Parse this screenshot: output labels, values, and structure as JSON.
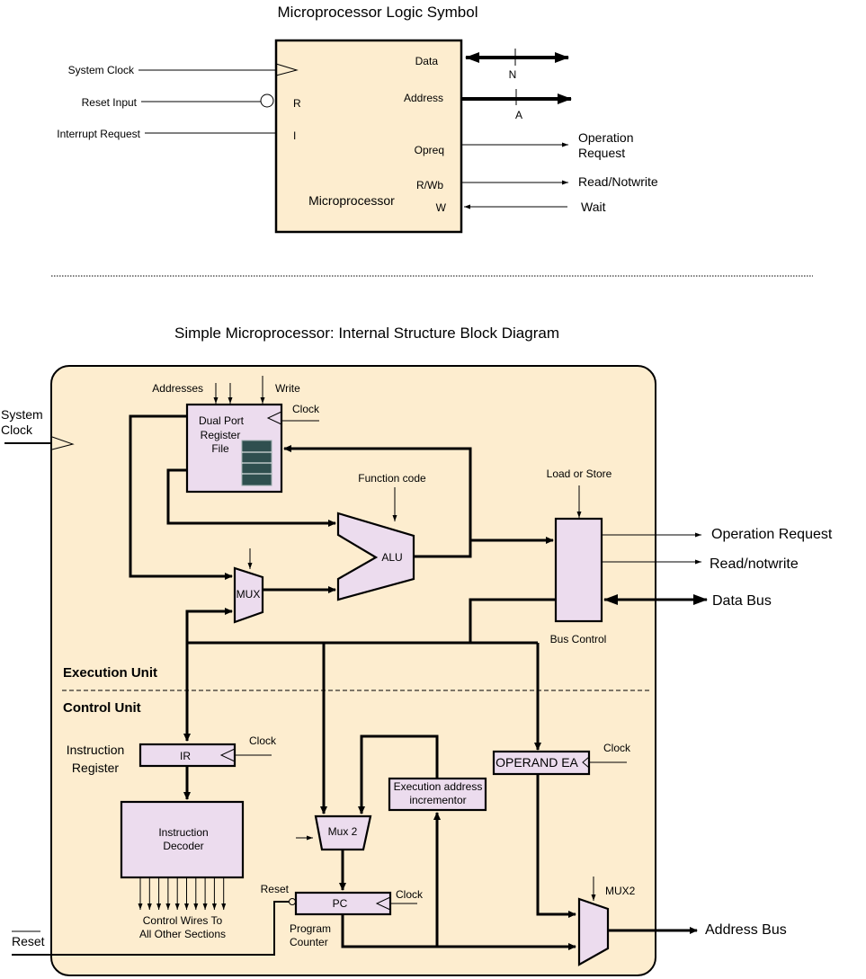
{
  "colors": {
    "panel_fill": "#fdedcf",
    "block_fill": "#ecdcee",
    "register_cells": "#2f4f4f",
    "line": "#000000"
  },
  "logic_symbol": {
    "title": "Microprocessor Logic Symbol",
    "chip_label": "Microprocessor",
    "inputs": [
      {
        "label": "System Clock",
        "pin": ""
      },
      {
        "label": "Reset Input",
        "pin": "R"
      },
      {
        "label": "Interrupt Request",
        "pin": "I"
      }
    ],
    "outputs": [
      {
        "pin": "Data",
        "label": "",
        "bus_width": "N"
      },
      {
        "pin": "Address",
        "label": "",
        "bus_width": "A"
      },
      {
        "pin": "Opreq",
        "label_line1": "Operation",
        "label_line2": "Request"
      },
      {
        "pin": "R/Wb",
        "label": "Read/Notwrite"
      },
      {
        "pin": "W",
        "label": "Wait"
      }
    ]
  },
  "block_diagram": {
    "title": "Simple Microprocessor: Internal Structure Block Diagram",
    "system_clock_line1": "System",
    "system_clock_line2": "Clock",
    "reset_label": "Reset",
    "sections": {
      "execution": "Execution Unit",
      "control": "Control Unit"
    },
    "register_file": {
      "line1": "Dual Port",
      "line2": "Register",
      "line3": "File",
      "addresses": "Addresses",
      "write": "Write",
      "clock": "Clock"
    },
    "alu": {
      "label": "ALU",
      "function_code": "Function code"
    },
    "mux": {
      "label": "MUX"
    },
    "bus_control": {
      "label": "Bus Control",
      "load_store": "Load or Store"
    },
    "external": {
      "operation_request": "Operation Request",
      "read_notwrite": "Read/notwrite",
      "data_bus": "Data Bus",
      "address_bus": "Address Bus"
    },
    "ir": {
      "label": "IR",
      "name_line1": "Instruction",
      "name_line2": "Register",
      "clock": "Clock"
    },
    "decoder": {
      "line1": "Instruction",
      "line2": "Decoder",
      "wires_line1": "Control Wires To",
      "wires_line2": "All Other Sections"
    },
    "operand_ea": {
      "label": "OPERAND EA",
      "clock": "Clock"
    },
    "incrementor": {
      "line1": "Execution address",
      "line2": "incrementor"
    },
    "mux2_small": {
      "label": "Mux 2"
    },
    "pc": {
      "label": "PC",
      "reset": "Reset",
      "clock": "Clock",
      "name_line1": "Program",
      "name_line2": "Counter"
    },
    "mux2_out": {
      "label": "MUX2"
    }
  }
}
